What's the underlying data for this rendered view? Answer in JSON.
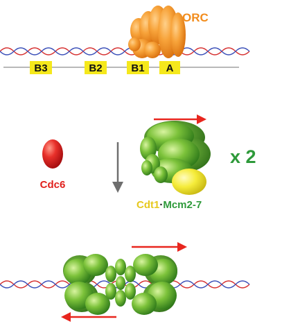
{
  "labels": {
    "orc": "ORC",
    "b3": "B3",
    "b2": "B2",
    "b1": "B1",
    "a": "A",
    "cdc6": "Cdc6",
    "cdt1": "Cdt1",
    "dot": "·",
    "mcm": "Mcm2-7",
    "multiplier": "x 2"
  },
  "colors": {
    "orc": "#F28C1C",
    "element_box": "#F5E81C",
    "cdc6": "#E0201C",
    "cdt1": "#E6C81E",
    "mcm": "#2E9A3A",
    "arrow_red": "#E8261E",
    "arrow_gray": "#6E6E6E",
    "dna_red": "#D63030",
    "dna_blue": "#3A4FB8"
  },
  "icons": {
    "orc_complex": "orange-protein-cluster",
    "cdc6_protein": "red-oval",
    "mcm_hexamer": "green-ring-hexamer",
    "direction_arrow": "red-arrow",
    "step_arrow": "gray-down-arrow"
  }
}
